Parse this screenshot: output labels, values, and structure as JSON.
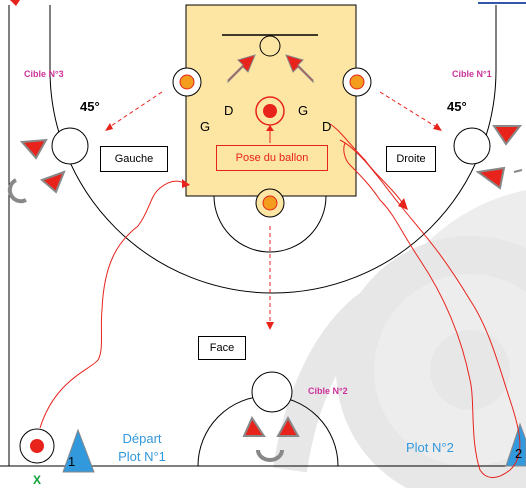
{
  "labels": {
    "cible_3": "Cible N°3",
    "cible_1": "Cible N°1",
    "cible_2": "Cible N°2",
    "angle_left": "45°",
    "angle_right": "45°",
    "gauche": "Gauche",
    "droite": "Droite",
    "face": "Face",
    "pose_ballon": "Pose du ballon",
    "g_left": "G",
    "d_left": "D",
    "g_right": "G",
    "d_right": "D",
    "depart_line1": "Départ",
    "depart_line2": "Plot N°1",
    "plot2": "Plot N°2",
    "cone1": "1",
    "cone2": "2",
    "x_mark": "X"
  },
  "icons": [
    "cone-icon",
    "target-icon",
    "arrow-icon",
    "player-triangle-icon",
    "ball-icon"
  ],
  "colors": {
    "key_fill": "#fde5a4",
    "target_orange": "#f39c1e",
    "ball_red": "#e8231c",
    "player_red": "#e8231c",
    "cone_blue": "#3399dd",
    "path_red": "#e8231c",
    "cible_pink": "#cc3399",
    "depart_blue": "#3399dd",
    "x_green": "#11a23b"
  }
}
